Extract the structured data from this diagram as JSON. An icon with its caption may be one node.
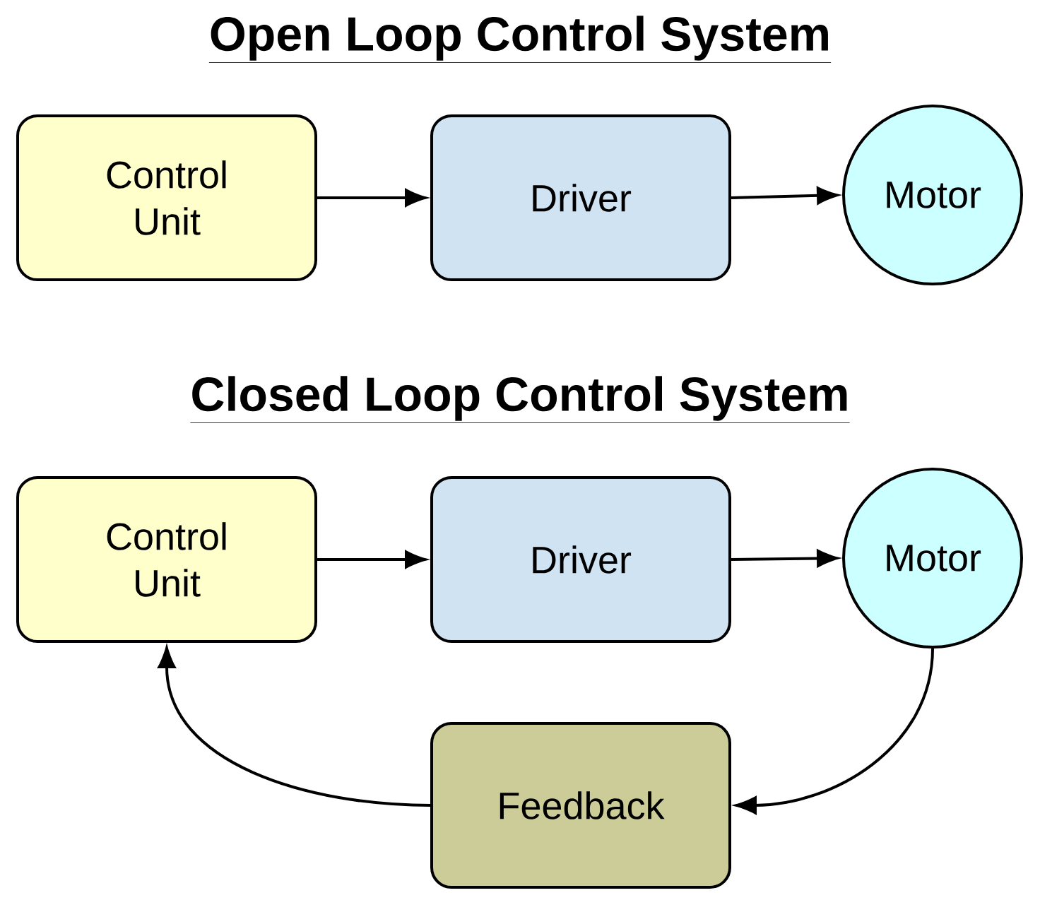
{
  "diagram": {
    "title": "Open Loop Control System",
    "nodes": [
      {
        "text": [
          "Control Unit"
        ]
      },
      {
        "text": [
          "Driver"
        ]
      },
      {
        "text": [
          "Motor"
        ]
      },
      {
        "text": [
          "Control Unit"
        ]
      },
      {
        "text": [
          "Driver"
        ]
      },
      {
        "text": [
          "Motor"
        ]
      },
      {
        "text": [
          "Feedback"
        ]
      }
    ],
    "edges": [
      {
        "from": 0,
        "to": 1,
        "arrow": "to"
      },
      {
        "from": 1,
        "to": 2,
        "arrow": "to"
      },
      {
        "from": 3,
        "to": 4,
        "arrow": "to"
      },
      {
        "from": 4,
        "to": 5,
        "arrow": "to"
      },
      {
        "from": 5,
        "to": 6,
        "arrow": "to"
      },
      {
        "from": 6,
        "to": 3,
        "arrow": "to"
      }
    ],
    "labels": [
      "Closed Loop Control System"
    ]
  }
}
